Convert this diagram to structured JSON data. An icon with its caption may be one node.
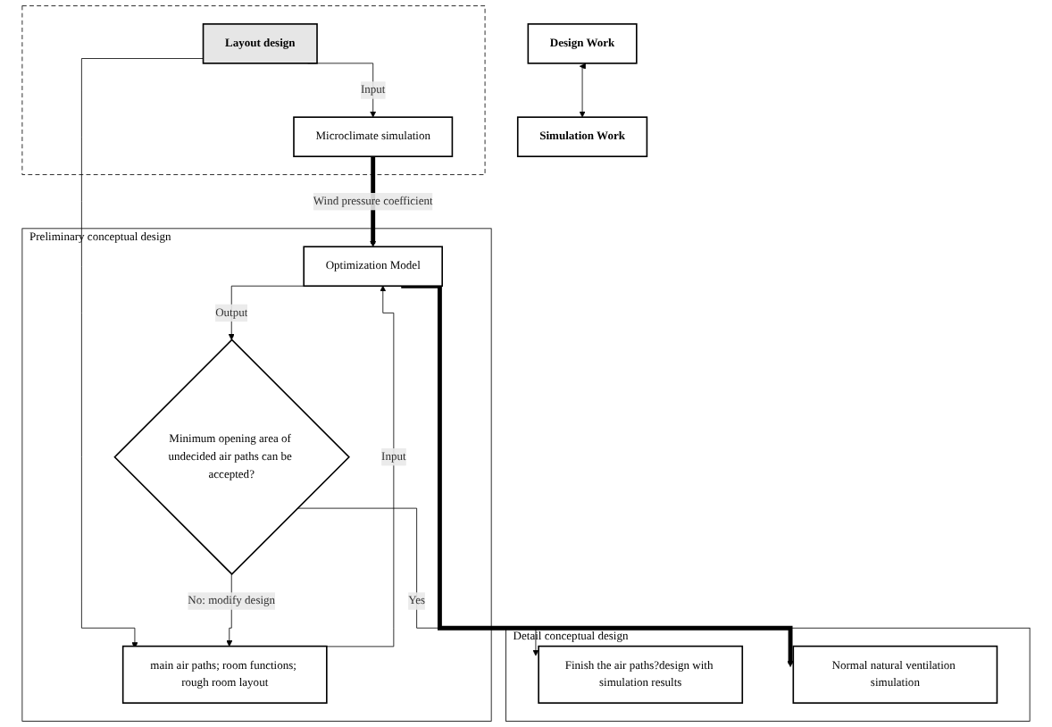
{
  "diagram": {
    "nodes": [
      {
        "text": [
          "Design Work"
        ]
      },
      {
        "text": [
          "Simulation Work"
        ]
      },
      {
        "text": [],
        "shape": "box"
      },
      {
        "text": [
          "Layout design"
        ],
        "in": 2
      },
      {
        "text": [
          "Microclimate simulation"
        ],
        "in": 2
      },
      {
        "text": [
          "Preliminary conceptual design"
        ]
      },
      {
        "text": [
          "main air paths; room functions; rough room layout"
        ],
        "in": 5
      },
      {
        "text": [
          "Optimization Model"
        ],
        "in": 5
      },
      {
        "text": [
          "Minimum opening area of undecided air paths can be accepted?"
        ],
        "in": 5
      },
      {
        "text": [
          "Detail conceptual design"
        ]
      },
      {
        "text": [
          "Finish the air paths?design with simulation results"
        ],
        "in": 9
      },
      {
        "text": [
          "Normal natural ventilation simulation"
        ],
        "in": 9
      }
    ],
    "edges": [
      {
        "from": 0,
        "to": 1,
        "arrow": "both"
      },
      {
        "from": 3,
        "to": 4,
        "arrow": "to",
        "label": "Input"
      },
      {
        "from": 3,
        "to": 6,
        "arrow": "to"
      },
      {
        "from": 6,
        "to": 7,
        "arrow": "to",
        "label": "Input"
      },
      {
        "from": 4,
        "to": 7,
        "arrow": "to",
        "label": "Wind pressure coefficient",
        "style": "thick"
      },
      {
        "from": 7,
        "to": 8,
        "arrow": "to",
        "label": "Output"
      },
      {
        "from": 8,
        "to": 6,
        "arrow": "to",
        "label": "No: modify design"
      },
      {
        "from": 8,
        "to": 10,
        "arrow": "to",
        "label": "Yes"
      },
      {
        "from": 7,
        "to": 11,
        "arrow": "to",
        "style": "thick"
      }
    ]
  }
}
